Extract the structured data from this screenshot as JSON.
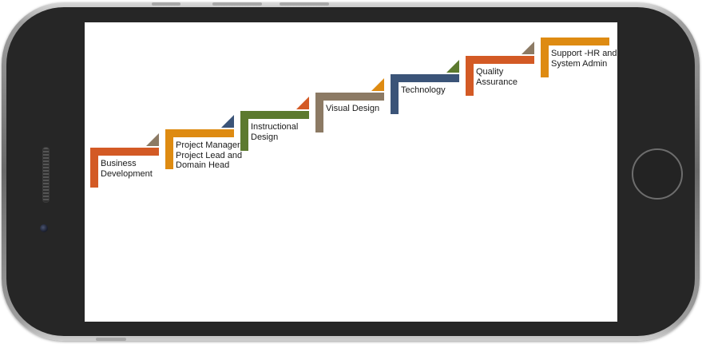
{
  "steps": [
    {
      "label": "Business Development",
      "color": "#d35a25",
      "tri": "#8c7a64"
    },
    {
      "label": "Project Manager, Project Lead and Domain Head",
      "color": "#de8b12",
      "tri": "#3b5478"
    },
    {
      "label": "Instructional Design",
      "color": "#5c7a2f",
      "tri": "#d35a25"
    },
    {
      "label": "Visual Design",
      "color": "#8c7a64",
      "tri": "#de8b12"
    },
    {
      "label": "Technology",
      "color": "#3b5478",
      "tri": "#5c7a2f"
    },
    {
      "label": "Quality Assurance",
      "color": "#d35a25",
      "tri": "#8c7a64"
    },
    {
      "label": "Support -HR and System Admin",
      "color": "#de8b12",
      "tri": ""
    }
  ]
}
